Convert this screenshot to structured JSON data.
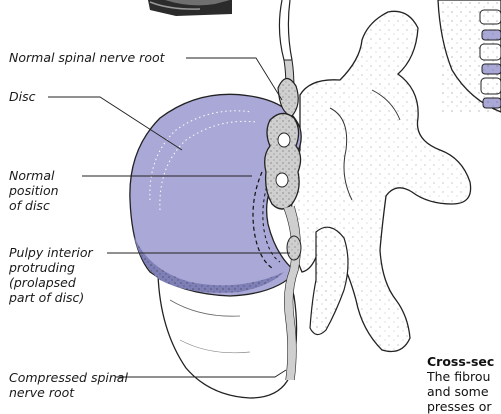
{
  "labels": {
    "normal_root": "Normal spinal nerve root",
    "disc": "Disc",
    "normal_position": "Normal\nposition\nof disc",
    "pulpy_interior": "Pulpy interior\nprotruding\n(prolapsed\npart of disc)",
    "compressed_root": "Compressed spinal\nnerve root"
  },
  "caption": {
    "title": "Cross-sec",
    "body": "The fibrou\nand some\npresses or"
  },
  "colors": {
    "disc_fill": "#a9a8d6",
    "disc_dark": "#7f7fb8",
    "nerve_fill": "#cfcfcf",
    "bone_fill": "#ffffff",
    "ink": "#222222"
  }
}
